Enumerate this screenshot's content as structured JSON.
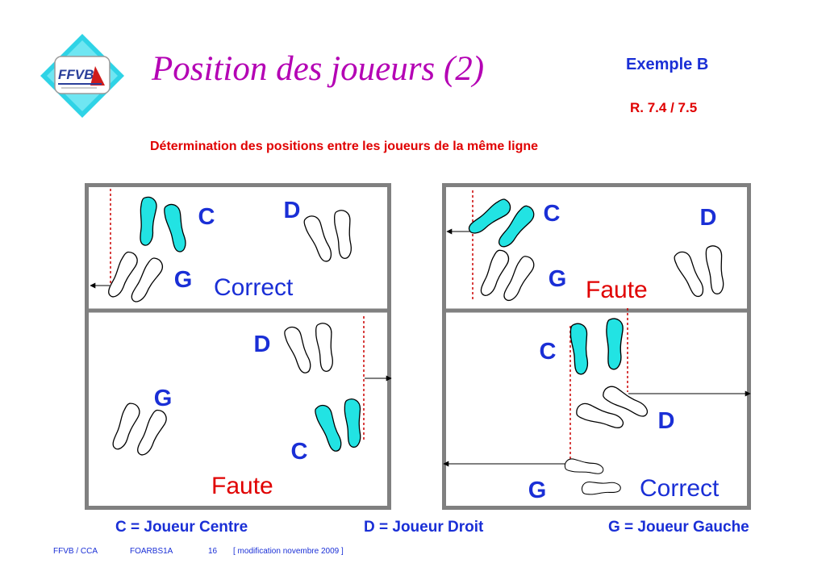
{
  "logo": {
    "text": "FFVB",
    "icon": "ffvb-logo-icon"
  },
  "header": {
    "title": "Position des joueurs (2)",
    "example": "Exemple B",
    "rule_ref": "R. 7.4 /  7.5",
    "subtitle": "Détermination des positions entre les joueurs de la même ligne"
  },
  "panels": [
    {
      "C": "C",
      "D": "D",
      "G": "G",
      "verdict": "Correct"
    },
    {
      "C": "C",
      "D": "D",
      "G": "G",
      "verdict": "Faute"
    },
    {
      "C": "C",
      "D": "D",
      "G": "G",
      "verdict": "Faute"
    },
    {
      "C": "C",
      "D": "D",
      "G": "G",
      "verdict": "Correct"
    }
  ],
  "legend": {
    "c": "C = Joueur Centre",
    "d": "D = Joueur Droit",
    "g": "G = Joueur Gauche"
  },
  "footer": {
    "org": "FFVB / CCA",
    "code": "FOARBS1A",
    "page": "16",
    "note": "[ modification novembre 2009 ]"
  },
  "colors": {
    "blue_text": "#1a2fd6",
    "red_text": "#e00000",
    "title_magenta": "#b400b4",
    "court_border": "#808080",
    "foot_cyan": "#22e3e3"
  }
}
